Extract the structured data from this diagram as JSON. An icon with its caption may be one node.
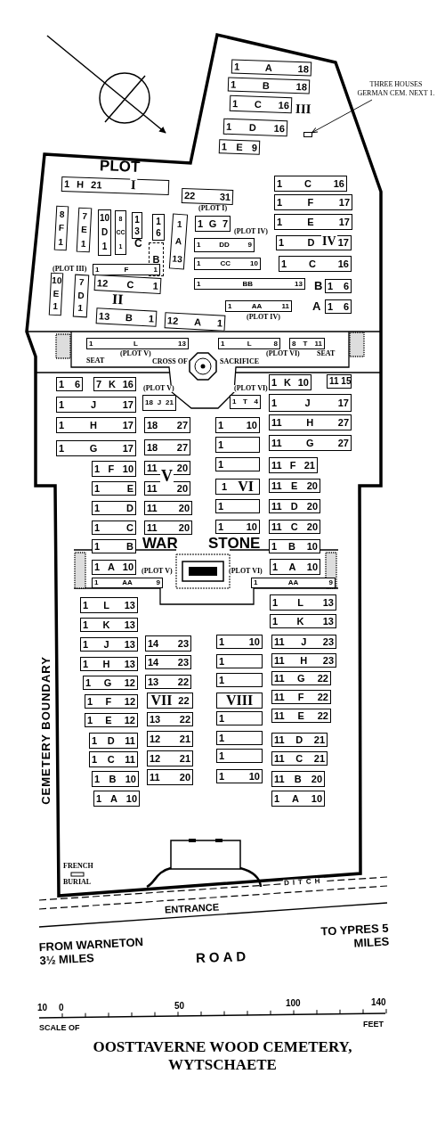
{
  "diagram": {
    "caption": "OOSTTAVERNE WOOD CEMETERY, WYTSCHAETE",
    "nodes": [
      {
        "text": [
          "1 A 18"
        ]
      },
      {
        "text": [
          "1 B 18"
        ]
      },
      {
        "text": [
          "THREE HOUSES GERMAN CEM. NEXT 1."
        ]
      },
      {
        "text": [
          "1 C 16"
        ]
      },
      {
        "text": [],
        "shape": "box"
      },
      {
        "text": [
          "1 D 16"
        ]
      },
      {
        "text": [
          "1 E 9"
        ]
      },
      {
        "text": [
          "1 H 21"
        ]
      },
      {
        "text": [
          "22 31"
        ]
      },
      {
        "text": [
          "1 C 16"
        ]
      },
      {
        "text": [
          "1 F 17"
        ]
      },
      {
        "text": [
          "8 F 1"
        ]
      },
      {
        "text": [
          "7 E 1"
        ]
      },
      {
        "text": [
          "10 D 1"
        ]
      },
      {
        "text": [
          "8 CC 1"
        ]
      },
      {
        "text": [
          "1 3"
        ],
        "beside": [
          "C"
        ]
      },
      {
        "text": [
          "1 6"
        ]
      },
      {
        "text": [
          "1 A 13"
        ]
      },
      {
        "text": [
          "1 G 7"
        ]
      },
      {
        "text": [
          "1 E 17"
        ]
      },
      {
        "text": [
          "1 D 17"
        ]
      },
      {
        "text": [
          "1 DD 9"
        ]
      },
      {
        "text": [
          "B"
        ]
      },
      {
        "text": [
          "1 C 16"
        ]
      },
      {
        "text": [
          "1 CC 10"
        ]
      },
      {
        "text": [
          "1 F 1"
        ]
      },
      {
        "text": [
          "10 E 1"
        ]
      },
      {
        "text": [
          "7 D 1"
        ]
      },
      {
        "text": [
          "12 C 1"
        ]
      },
      {
        "text": [
          "1 BB 13"
        ]
      },
      {
        "text": [
          "1 6"
        ],
        "beside": [
          "B"
        ]
      },
      {
        "text": [
          "1 AA 11"
        ]
      },
      {
        "text": [
          "1 6"
        ],
        "beside": [
          "A"
        ]
      },
      {
        "text": [
          "13 B 1"
        ]
      },
      {
        "text": [
          "12 A 1"
        ]
      },
      {
        "text": [
          "1 L 13"
        ]
      },
      {
        "text": [
          "1 L 8"
        ]
      },
      {
        "text": [
          "8 T 11"
        ]
      },
      {
        "text": [
          "1 6"
        ]
      },
      {
        "text": [
          "7 K 16"
        ]
      },
      {
        "text": [
          "1 K 10"
        ]
      },
      {
        "text": [
          "11 15"
        ]
      },
      {
        "text": [
          "1 J 17"
        ]
      },
      {
        "text": [
          "18 J 21"
        ]
      },
      {
        "text": [
          "1 T 4"
        ]
      },
      {
        "text": [
          "1 J 17"
        ]
      },
      {
        "text": [
          "1 H 17"
        ]
      },
      {
        "text": [
          "18 27"
        ]
      },
      {
        "text": [
          "1 10"
        ]
      },
      {
        "text": [
          "11 H 27"
        ]
      },
      {
        "text": [
          "1 G 17"
        ]
      },
      {
        "text": [
          "18 27"
        ]
      },
      {
        "text": [
          "1"
        ]
      },
      {
        "text": [
          "11 G 27"
        ]
      },
      {
        "text": [
          "1 F 10"
        ]
      },
      {
        "text": [
          "11 20"
        ]
      },
      {
        "text": [
          "1"
        ]
      },
      {
        "text": [
          "11 F 21"
        ]
      },
      {
        "text": [
          "1 E"
        ]
      },
      {
        "text": [
          "11 20"
        ]
      },
      {
        "text": [
          "1",
          "VI"
        ]
      },
      {
        "text": [
          "11 E 20"
        ]
      },
      {
        "text": [
          "1 D"
        ]
      },
      {
        "text": [
          "11 20"
        ]
      },
      {
        "text": [
          "1"
        ]
      },
      {
        "text": [
          "11 D 20"
        ]
      },
      {
        "text": [
          "1 C"
        ]
      },
      {
        "text": [
          "11 20"
        ]
      },
      {
        "text": [
          "1 10"
        ]
      },
      {
        "text": [
          "11 C 20"
        ]
      },
      {
        "text": [
          "1 B"
        ]
      },
      {
        "text": [
          "1 B 10"
        ]
      },
      {
        "text": [
          "1 A 10"
        ]
      },
      {
        "text": [
          "1 A 10"
        ]
      },
      {
        "text": [
          "1 AA 9"
        ]
      },
      {
        "text": [
          "1 AA 9"
        ]
      },
      {
        "text": [
          "1 L 13"
        ]
      },
      {
        "text": [
          "1 L 13"
        ]
      },
      {
        "text": [
          "1 K 13"
        ]
      },
      {
        "text": [
          "1 K 13"
        ]
      },
      {
        "text": [
          "1 J 13"
        ]
      },
      {
        "text": [
          "14 23"
        ]
      },
      {
        "text": [
          "1 10"
        ]
      },
      {
        "text": [
          "11 J 23"
        ]
      },
      {
        "text": [
          "1 H 13"
        ]
      },
      {
        "text": [
          "14 23"
        ]
      },
      {
        "text": [
          "1"
        ]
      },
      {
        "text": [
          "11 H 23"
        ]
      },
      {
        "text": [
          "1 G 12"
        ]
      },
      {
        "text": [
          "13 22"
        ]
      },
      {
        "text": [
          "1"
        ]
      },
      {
        "text": [
          "11 G 22"
        ]
      },
      {
        "text": [
          "1 F 12"
        ]
      },
      {
        "text": [
          "VII",
          "22"
        ]
      },
      {
        "text": [
          "VIII"
        ]
      },
      {
        "text": [
          "11 F 22"
        ]
      },
      {
        "text": [
          "1 E 12"
        ]
      },
      {
        "text": [
          "13 22"
        ]
      },
      {
        "text": [
          "1"
        ]
      },
      {
        "text": [
          "11 E 22"
        ]
      },
      {
        "text": [
          "1 D 11"
        ]
      },
      {
        "text": [
          "12 21"
        ]
      },
      {
        "text": [
          "1"
        ]
      },
      {
        "text": [
          "11 D 21"
        ]
      },
      {
        "text": [
          "1 C 11"
        ]
      },
      {
        "text": [
          "12 21"
        ]
      },
      {
        "text": [
          "1"
        ]
      },
      {
        "text": [
          "11 C 21"
        ]
      },
      {
        "text": [
          "1 B 10"
        ]
      },
      {
        "text": [
          "11 20"
        ]
      },
      {
        "text": [
          "1 10"
        ]
      },
      {
        "text": [
          "11 B 20"
        ]
      },
      {
        "text": [
          "1 A 10"
        ]
      },
      {
        "text": [
          "1 A 10"
        ]
      }
    ],
    "edges": [
      {
        "from": 2,
        "to": 4,
        "arrow": "to"
      }
    ],
    "labels": [
      "III",
      "PLOT",
      "I",
      "(PLOT I)",
      "(PLOT IV)",
      "IV",
      "(PLOT III)",
      "II",
      "(PLOT IV)",
      "(PLOT V)",
      "SEAT",
      "(PLOT VI)",
      "SEAT",
      "CROSS OF",
      "SACRIFICE",
      "(PLOT V)",
      "(PLOT VI)",
      "V",
      "WAR",
      "STONE",
      "(PLOT V)",
      "(PLOT VI)",
      "CEMETERY BOUNDARY",
      "FRENCH",
      "BURIAL",
      "ENTRANCE",
      "DITCH",
      "TO YPRES 5 MILES",
      "FROM WARNETON 3½ MILES",
      "ROAD",
      "10",
      "0",
      "50",
      "100",
      "140",
      "SCALE OF",
      "FEET"
    ]
  }
}
